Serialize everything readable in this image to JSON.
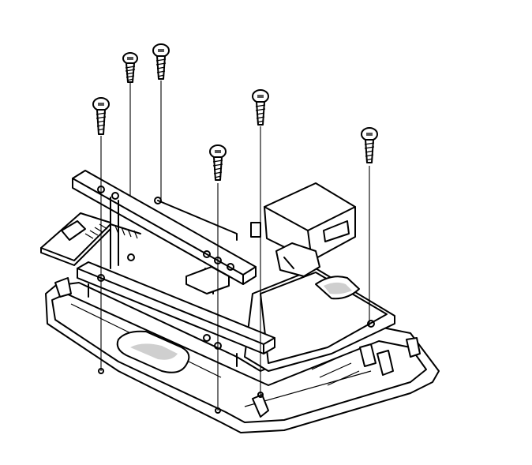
{
  "figure": {
    "kind": "exploded-assembly-line-drawing",
    "palette": {
      "ink": "#000000",
      "paper": "#ffffff",
      "shade": "#cfcfcf",
      "dark": "#555555"
    },
    "parts": [
      "housing",
      "circuit-board",
      "lower-bracket",
      "upper-bracket",
      "connector-block",
      "switch-module",
      "lens",
      "screws"
    ],
    "screw_count": 6
  }
}
